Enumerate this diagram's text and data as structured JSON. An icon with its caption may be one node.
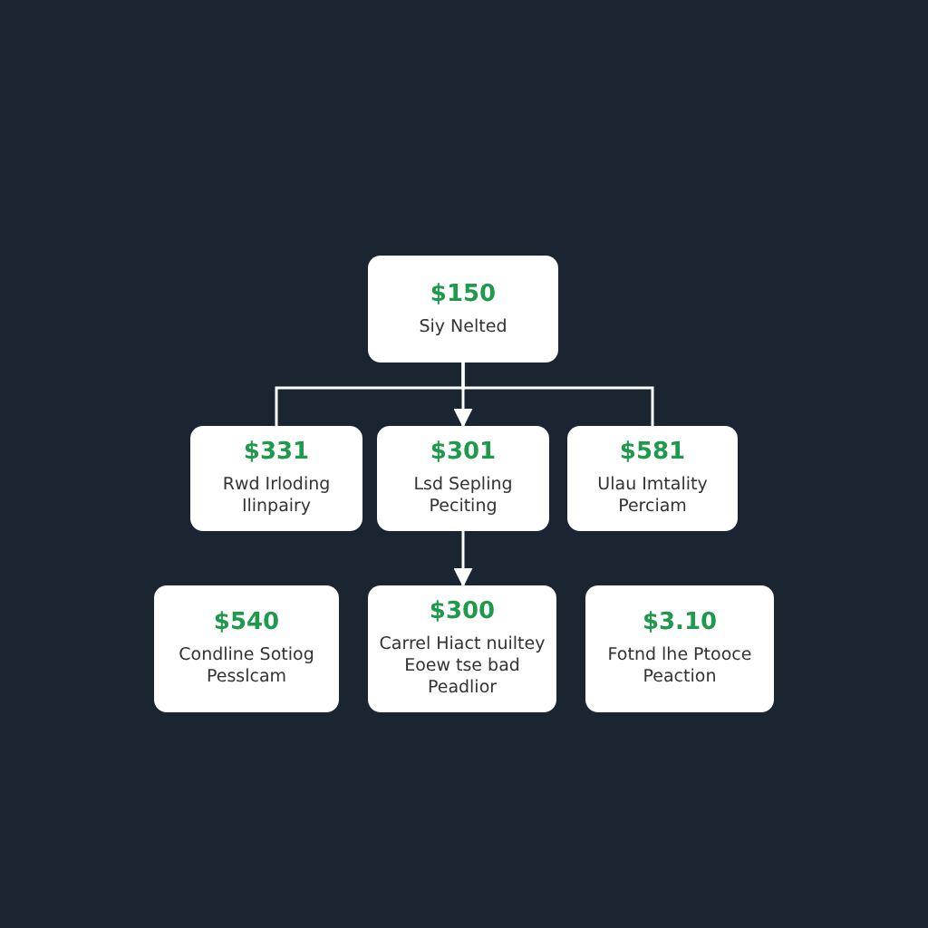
{
  "diagram": {
    "nodes": [
      {
        "text": [
          "$150",
          "Siy Nelted"
        ]
      },
      {
        "text": [
          "$331",
          "Rwd Irloding Ilinpairy"
        ]
      },
      {
        "text": [
          "$301",
          "Lsd Sepling Peciting"
        ]
      },
      {
        "text": [
          "$581",
          "Ulau Imtality Perciam"
        ]
      },
      {
        "text": [
          "$540",
          "Condline Sotiog Pesslcam"
        ]
      },
      {
        "text": [
          "$300",
          "Carrel Hiact nuiltey Eoew tse bad Peadlior"
        ]
      },
      {
        "text": [
          "$3.10",
          "Fotnd lhe Ptooce Peaction"
        ]
      }
    ],
    "edges": [
      {
        "from": 0,
        "to": 1,
        "arrow": "none"
      },
      {
        "from": 0,
        "to": 2,
        "arrow": "to"
      },
      {
        "from": 0,
        "to": 3,
        "arrow": "none"
      },
      {
        "from": 2,
        "to": 5,
        "arrow": "to"
      }
    ]
  }
}
